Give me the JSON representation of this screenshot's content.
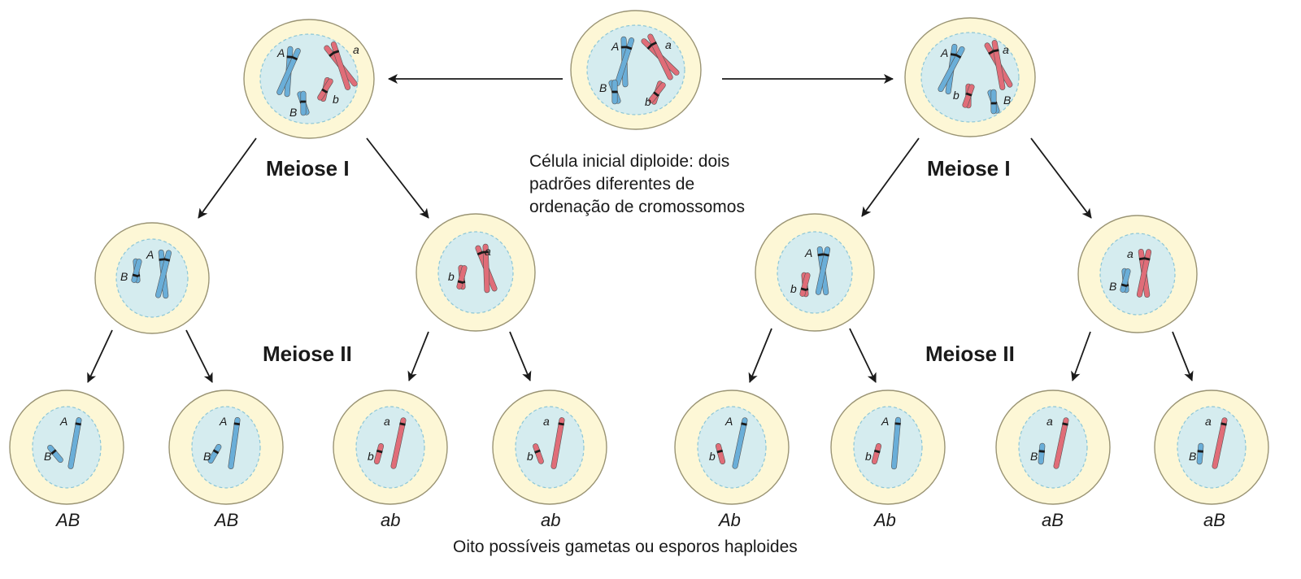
{
  "labels": {
    "meiose1": "Meiose I",
    "meiose2": "Meiose II",
    "caption_lines": [
      "Célula inicial diploide: dois",
      "padrões diferentes de",
      "ordenação de cromossomos"
    ],
    "footer": "Oito possíveis gametas ou esporos haploides"
  },
  "alleles": {
    "A": "A",
    "a": "a",
    "B": "B",
    "b": "b"
  },
  "gametes": [
    "AB",
    "AB",
    "ab",
    "ab",
    "Ab",
    "Ab",
    "aB",
    "aB"
  ],
  "colors": {
    "cell_fill": "#fdf7d6",
    "cell_stroke": "#9a9474",
    "nucleus_fill": "#d5ecef",
    "nucleus_stroke": "#8cc6d6",
    "chromosome_blue": "#6aaed8",
    "chromosome_red": "#e06d78",
    "band": "#1a1a1a",
    "arrow": "#1a1a1a"
  }
}
